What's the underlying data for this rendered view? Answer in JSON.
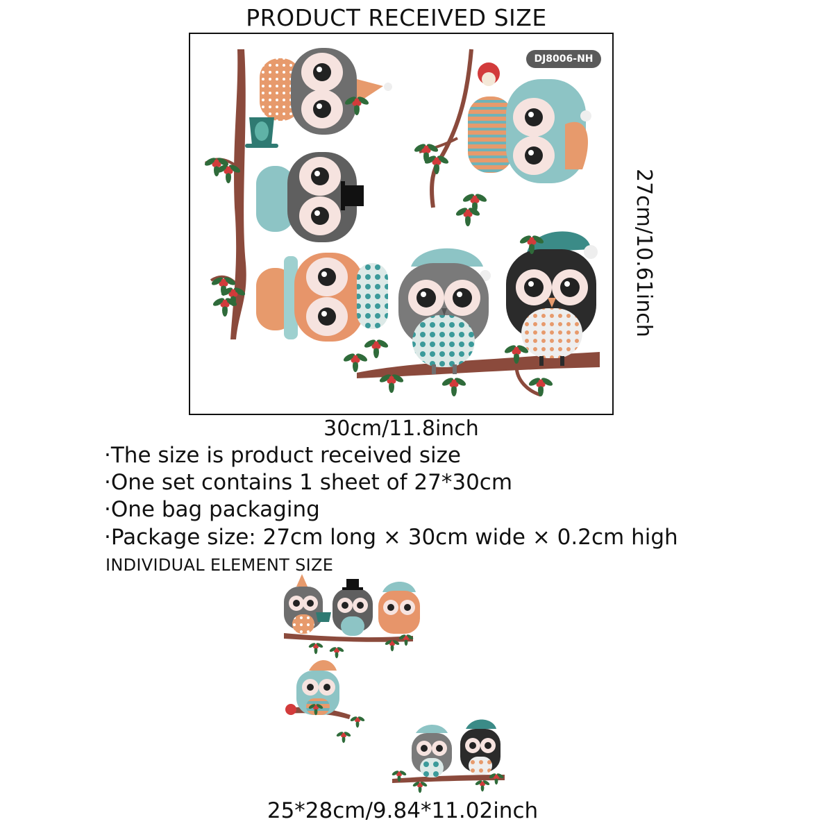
{
  "header": {
    "title": "PRODUCT RECEIVED SIZE"
  },
  "sheet": {
    "code": "DJ8006-NH",
    "height_label": "27cm/10.61inch",
    "width_label": "30cm/11.8inch"
  },
  "details": {
    "bullets": [
      "·The size is product received size",
      "·One set contains 1 sheet of 27*30cm",
      "·One bag packaging",
      "·Package size: 27cm long × 30cm wide × 0.2cm high"
    ]
  },
  "individual": {
    "title": "INDIVIDUAL ELEMENT SIZE",
    "size_label": "25*28cm/9.84*11.02inch"
  },
  "colors": {
    "branch": "#8b4a3c",
    "owl_gray": "#6e6e6e",
    "owl_orange": "#e79a6c",
    "owl_teal": "#6fb3b8",
    "owl_black": "#2b2b2b",
    "holly_green": "#2f6b3a",
    "berry_red": "#d23b3b"
  }
}
